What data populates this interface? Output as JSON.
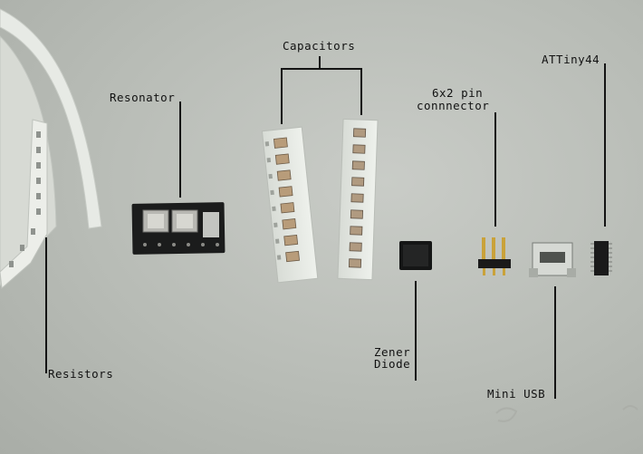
{
  "labels": {
    "capacitors": "Capacitors",
    "resonator": "Resonator",
    "pin_connector_line1": "6x2 pin",
    "pin_connector_line2": "connnector",
    "attiny": "ATTiny44",
    "resistors": "Resistors",
    "zener_line1": "Zener",
    "zener_line2": "Diode",
    "mini_usb": "Mini USB"
  },
  "colors": {
    "background": "#bfc3bd",
    "label_text": "#111111",
    "leader_line": "#141414"
  }
}
